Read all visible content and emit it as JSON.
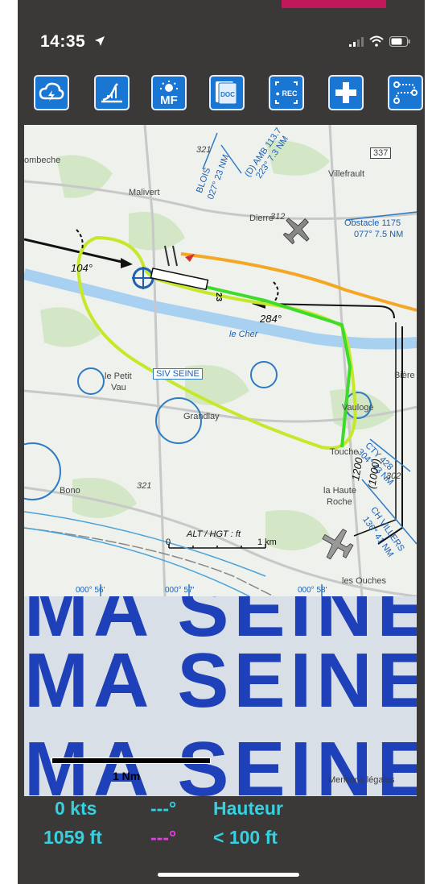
{
  "status_bar": {
    "time": "14:35"
  },
  "toolbar": {
    "buttons": [
      {
        "name": "weather-cloud-button",
        "icon": "cloud-lightning-icon"
      },
      {
        "name": "terrain-profile-button",
        "icon": "terrain-icon"
      },
      {
        "name": "meteo-france-button",
        "icon": "meteo-mf-icon",
        "text": "MF"
      },
      {
        "name": "documents-button",
        "icon": "doc-icon",
        "text": "DOC"
      },
      {
        "name": "record-button",
        "icon": "rec-icon",
        "text": "● REC"
      },
      {
        "name": "add-button",
        "icon": "plus-icon"
      },
      {
        "name": "route-button",
        "icon": "route-icon"
      }
    ]
  },
  "map": {
    "labels": {
      "l337": "337",
      "villefrault": "Villefrault",
      "malivert": "Malivert",
      "dierre": "Dierre",
      "p312": "312",
      "obstacle": "Obstacle 1175",
      "obstacle_brg": "077° 7.5 NM",
      "amb": "(D) AMB 113.7",
      "amb_brg": "223° 7.3 NM",
      "blois": "BLOIS",
      "blois_brg": "027° 23 NM",
      "p321top": "321",
      "deg284": "284°",
      "lecher": "le Cher",
      "lepetit": "le Petit",
      "vau": "Vau",
      "siv": "SIV SEINE",
      "grandlay": "Grandlay",
      "vaulogé": "Vaulogé",
      "biere": "Bière",
      "touche": "Touche",
      "cty": "CTY 428",
      "cty_brg": "304° 43 NM",
      "p302": "302",
      "alt1200": "1200",
      "alt1000": "(1000)",
      "hauteroche": "la Haute",
      "roche": "Roche",
      "chvillers": "CH VILLERS",
      "chv_brg": "136° 41 NM",
      "bono": "Bono",
      "p321": "321",
      "althgt": "ALT / HGT : ft",
      "scale0": "0",
      "scale1km": "1 km",
      "ouches": "les Ouches",
      "g56": "000° 56'",
      "g57": "000° 57'",
      "g58": "000° 58'",
      "ombeche": "ombeche",
      "runway": "23",
      "deg104": "104°"
    }
  },
  "overlay": {
    "banner_text": "MA SEINE",
    "scale_label": "1 Nm",
    "mentions": "Mentions légales"
  },
  "readout": {
    "speed": "0 kts",
    "track": "---°",
    "hauteur_label": "Hauteur",
    "altitude": "1059 ft",
    "heading": "---°",
    "hauteur_value": "< 100 ft"
  },
  "colors": {
    "toolbar_blue": "#1976d2",
    "readout_cyan": "#35d1e0",
    "readout_magenta": "#e040e0",
    "circuit_yellow_green": "#c6e82a",
    "circuit_green": "#3ddc2c",
    "track_orange": "#f5a623"
  }
}
